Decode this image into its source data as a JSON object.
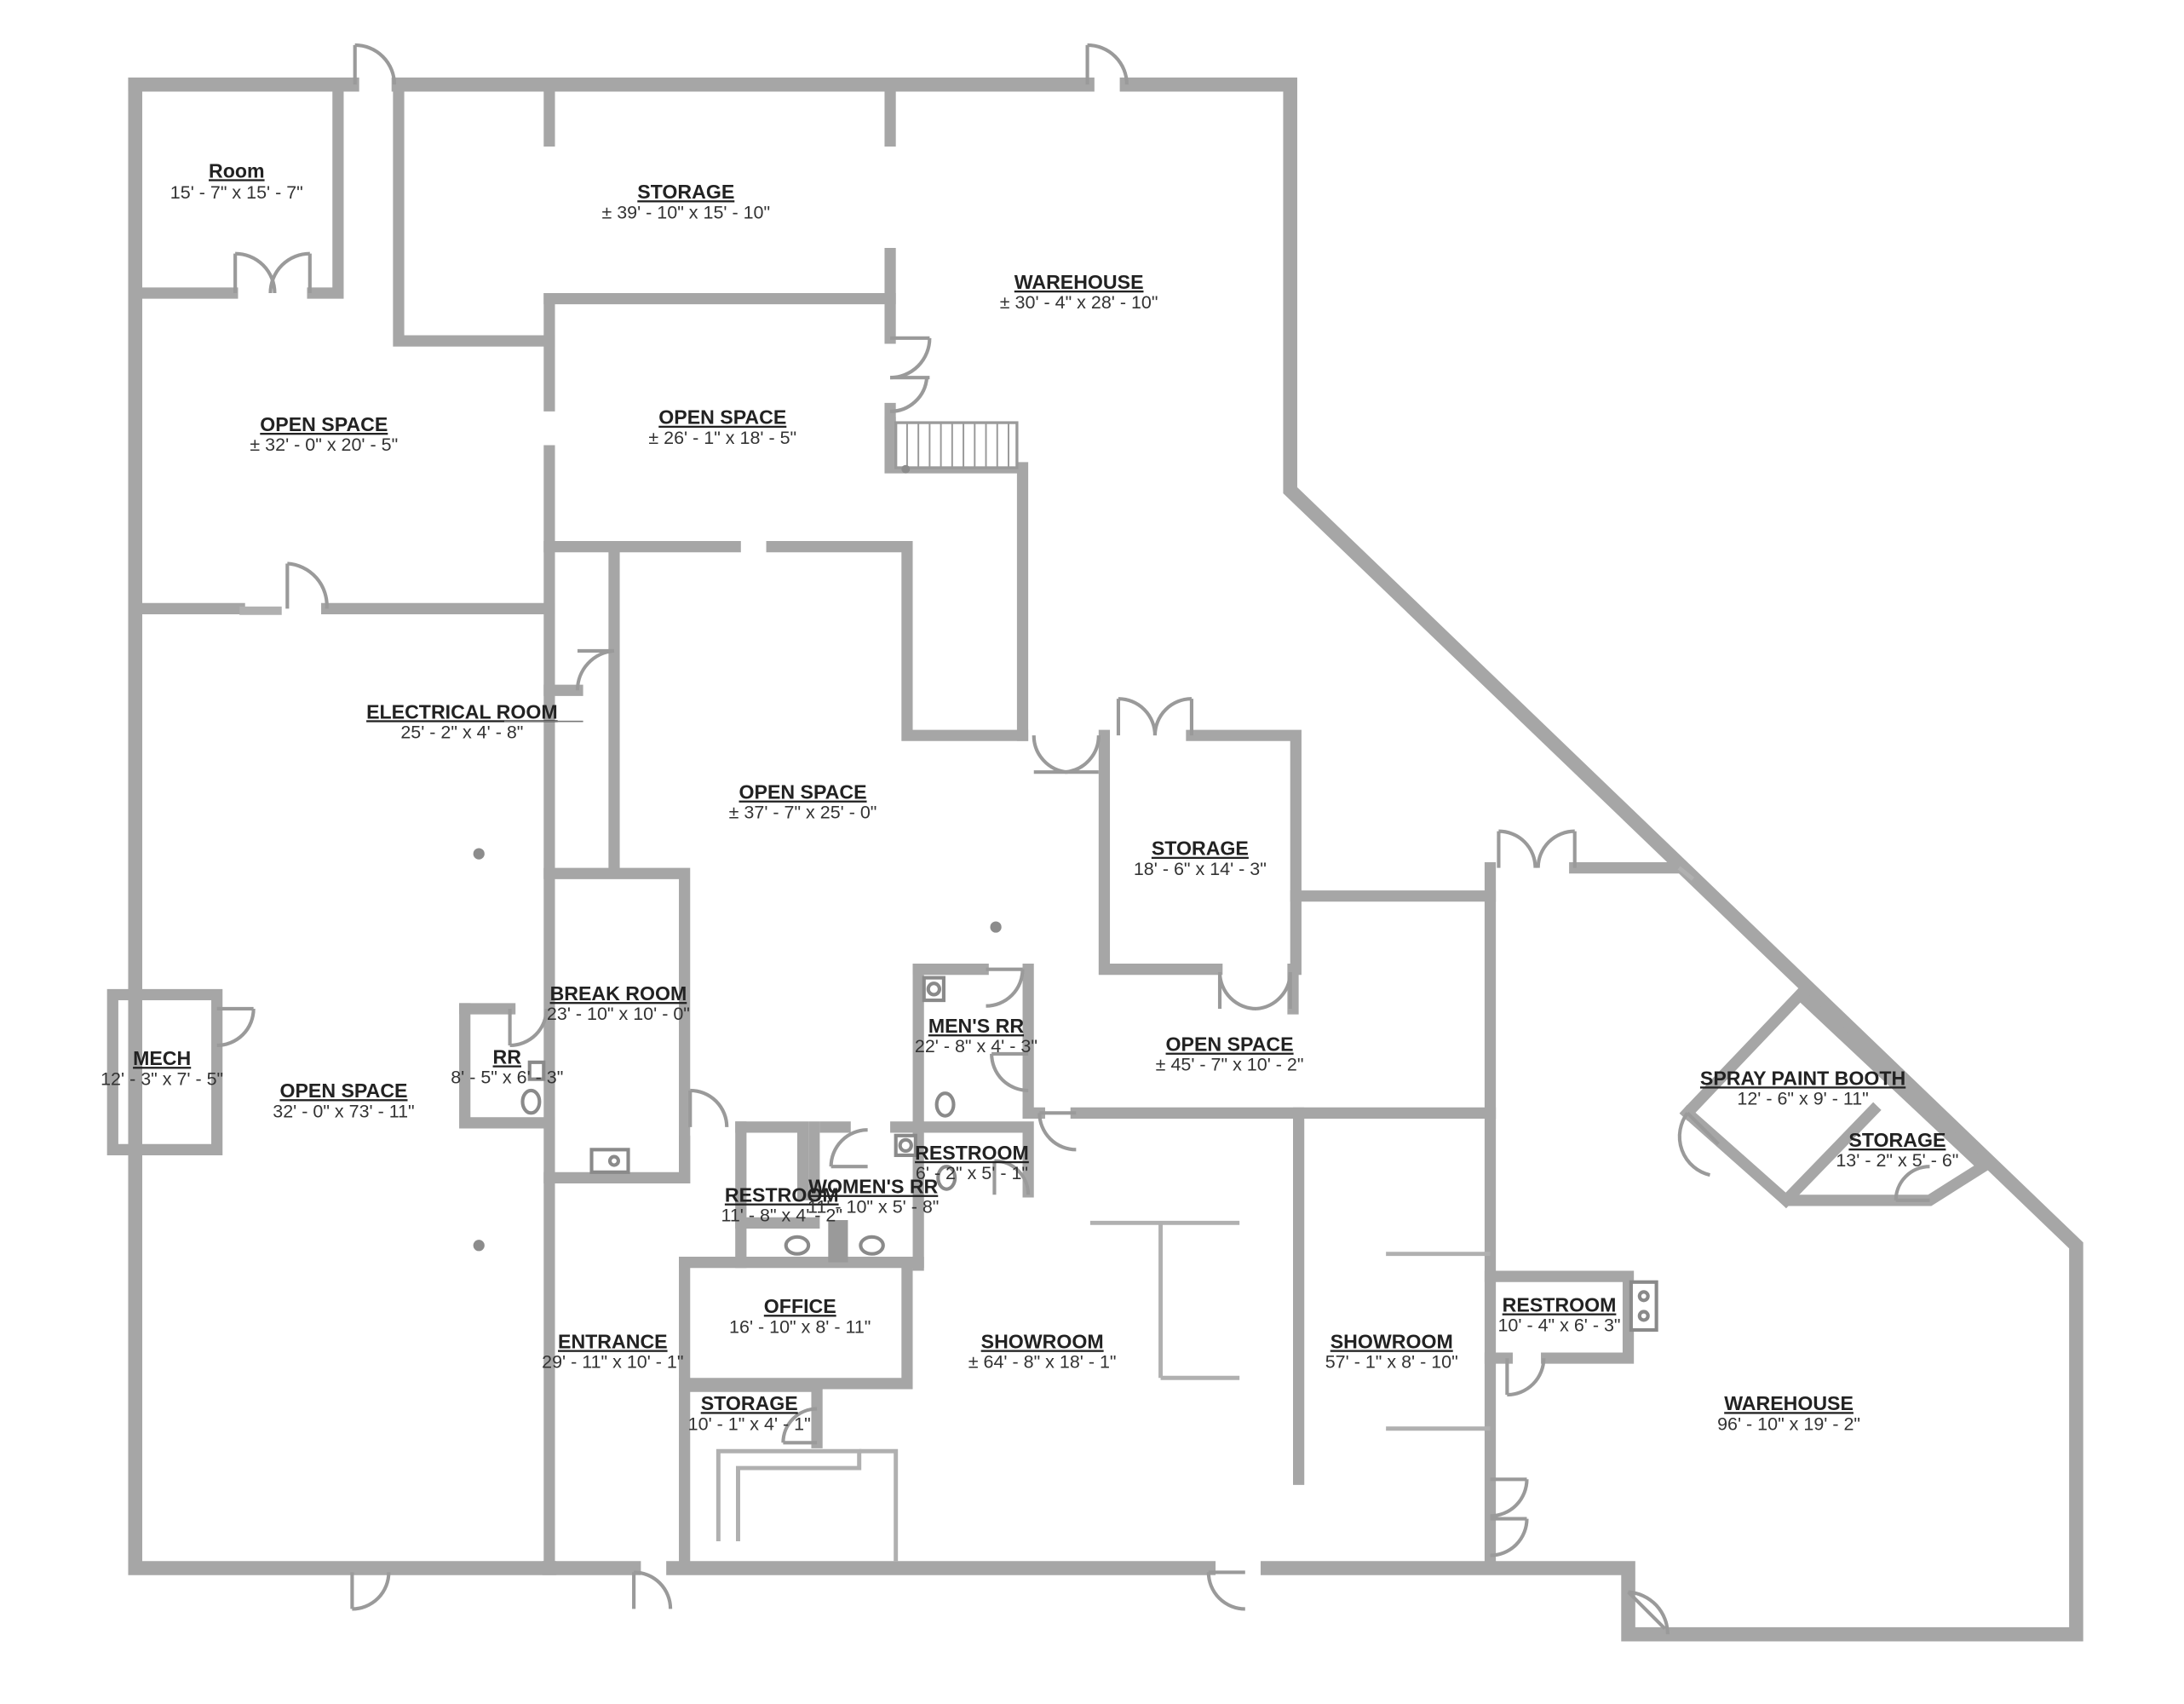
{
  "rooms": {
    "room": {
      "name": "Room",
      "dims": "15' - 7\" x 15' - 7\""
    },
    "storage_top": {
      "name": "STORAGE",
      "dims": "± 39' - 10\" x 15' - 10\""
    },
    "warehouse_top": {
      "name": "WAREHOUSE",
      "dims": "± 30' - 4\" x 28' - 10\""
    },
    "open_space_nw": {
      "name": "OPEN SPACE",
      "dims": "± 32' - 0\" x 20' - 5\""
    },
    "open_space_n": {
      "name": "OPEN SPACE",
      "dims": "± 26' - 1\" x 18' - 5\""
    },
    "electrical_room": {
      "name": "ELECTRICAL ROOM",
      "dims": "25' - 2\" x 4' - 8\""
    },
    "open_space_c": {
      "name": "OPEN SPACE",
      "dims": "± 37' - 7\" x 25' - 0\""
    },
    "storage_mid": {
      "name": "STORAGE",
      "dims": "18' - 6\" x 14' - 3\""
    },
    "break_room": {
      "name": "BREAK ROOM",
      "dims": "23' - 10\" x 10' - 0\""
    },
    "mech": {
      "name": "MECH",
      "dims": "12' - 3\" x 7' - 5\""
    },
    "rr": {
      "name": "RR",
      "dims": "8' - 5\" x 6' - 3\""
    },
    "open_space_w": {
      "name": "OPEN SPACE",
      "dims": "32' - 0\" x 73' - 11\""
    },
    "mens_rr": {
      "name": "MEN'S RR",
      "dims": "22' - 8\" x 4' - 3\""
    },
    "open_space_e": {
      "name": "OPEN SPACE",
      "dims": "± 45' - 7\" x 10' - 2\""
    },
    "spray_paint_booth": {
      "name": "SPRAY PAINT BOOTH",
      "dims": "12' - 6\" x 9' - 11\""
    },
    "storage_sp": {
      "name": "STORAGE",
      "dims": "13' - 2\" x 5' - 6\""
    },
    "restroom_mens": {
      "name": "RESTROOM",
      "dims": "6' - 2\" x 5' - 1\""
    },
    "restroom_w": {
      "name": "RESTROOM",
      "dims": "11' - 8\" x 4' - 2\""
    },
    "womens_rr": {
      "name": "WOMEN'S RR",
      "dims": "11' - 10\" x 5' - 8\""
    },
    "office": {
      "name": "OFFICE",
      "dims": "16' - 10\" x 8' - 11\""
    },
    "entrance": {
      "name": "ENTRANCE",
      "dims": "29' - 11\" x 10' - 1\""
    },
    "showroom_c": {
      "name": "SHOWROOM",
      "dims": "± 64' - 8\" x 18' - 1\""
    },
    "showroom_e": {
      "name": "SHOWROOM",
      "dims": "57' - 1\" x 8' - 10\""
    },
    "restroom_e": {
      "name": "RESTROOM",
      "dims": "10' - 4\" x 6' - 3\""
    },
    "warehouse_se": {
      "name": "WAREHOUSE",
      "dims": "96' - 10\" x 19' - 2\""
    },
    "storage_sm": {
      "name": "STORAGE",
      "dims": "10' - 1\" x 4' - 1\""
    }
  }
}
